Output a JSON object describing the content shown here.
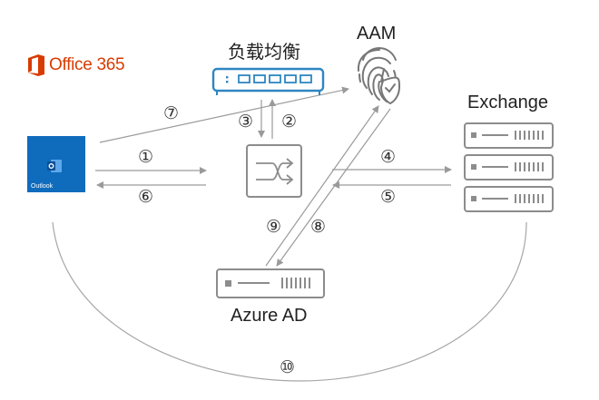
{
  "nodes": {
    "office365": "Office 365",
    "outlook": "Outlook",
    "load_balancer": "负载均衡",
    "aam": "AAM",
    "exchange": "Exchange",
    "azure_ad": "Azure AD"
  },
  "steps": {
    "s1": "①",
    "s2": "②",
    "s3": "③",
    "s4": "④",
    "s5": "⑤",
    "s6": "⑥",
    "s7": "⑦",
    "s8": "⑧",
    "s9": "⑨",
    "s10": "⑩"
  },
  "colors": {
    "office_orange": "#d83b01",
    "outlook_blue": "#0f6cbd",
    "lb_blue": "#2e86c1",
    "device_gray": "#8c8c8c",
    "arrow_gray": "#9a9a9a"
  }
}
